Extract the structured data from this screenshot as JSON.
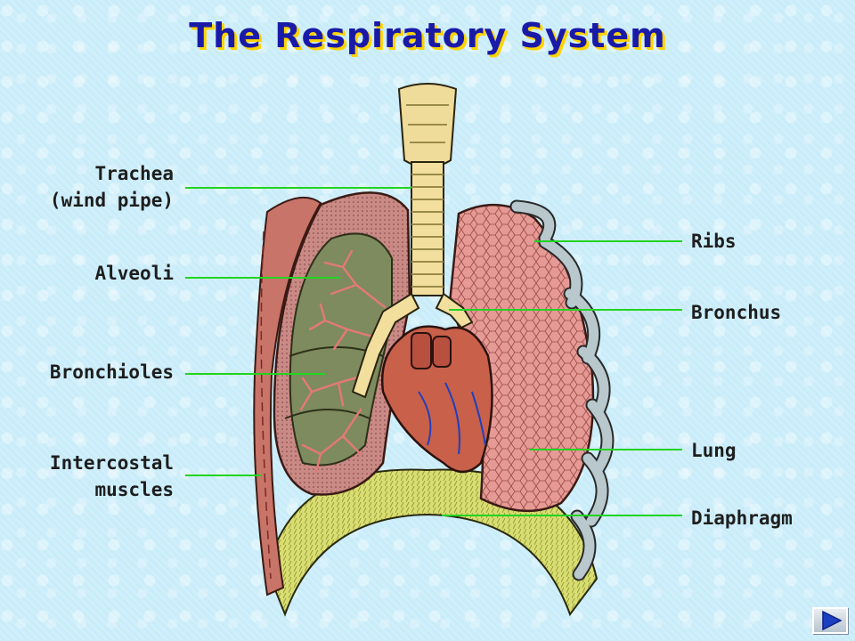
{
  "title": "The Respiratory System",
  "labels": {
    "trachea": [
      "Trachea",
      "(wind pipe)"
    ],
    "alveoli": [
      "Alveoli"
    ],
    "bronchioles": [
      "Bronchioles"
    ],
    "intercostal": [
      "Intercostal",
      "muscles"
    ],
    "ribs": [
      "Ribs"
    ],
    "bronchus": [
      "Bronchus"
    ],
    "lung": [
      "Lung"
    ],
    "diaphragm": [
      "Diaphragm"
    ]
  },
  "colors": {
    "title": "#1a1aa8",
    "title_shadow": "#ffd300",
    "leader_line": "#22d422",
    "background": "#cdeefa",
    "lung_left": "#7c8a5c",
    "lung_right": "#e59a96",
    "heart": "#c8604a",
    "trachea": "#f2df9e",
    "diaphragm": "#d6dc6a",
    "ribs": "#b8c8cc",
    "nav_arrow": "#1d3fc2"
  },
  "icons": {
    "nav_next": "play-arrow-icon"
  }
}
